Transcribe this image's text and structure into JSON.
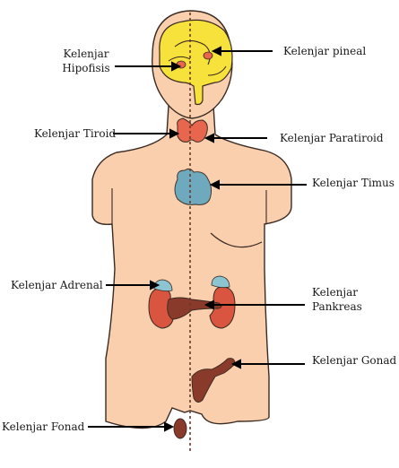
{
  "labels": {
    "hipofisis": [
      "Kelenjar",
      "Hipofisis"
    ],
    "pineal": "Kelenjar pineal",
    "tiroid": "Kelenjar Tiroid",
    "paratiroid": "Kelenjar Paratiroid",
    "timus": "Kelenjar Timus",
    "adrenal": "Kelenjar Adrenal",
    "pankreas": [
      "Kelenjar",
      "Pankreas"
    ],
    "gonad": "Kelenjar Gonad",
    "fonad": "Kelenjar Fonad"
  },
  "colors": {
    "skin": "#f9cfae",
    "outline": "#3a2a22",
    "brain": "#f7e13b",
    "thyroid": "#e8664e",
    "thymus": "#6fa9bd",
    "kidney": "#d9553f",
    "adrenal": "#8cc4d1",
    "pancreas": "#8a3a2a",
    "gonad": "#8a3a2a",
    "midline": "#6a3a2a",
    "arrow": "#000000"
  }
}
